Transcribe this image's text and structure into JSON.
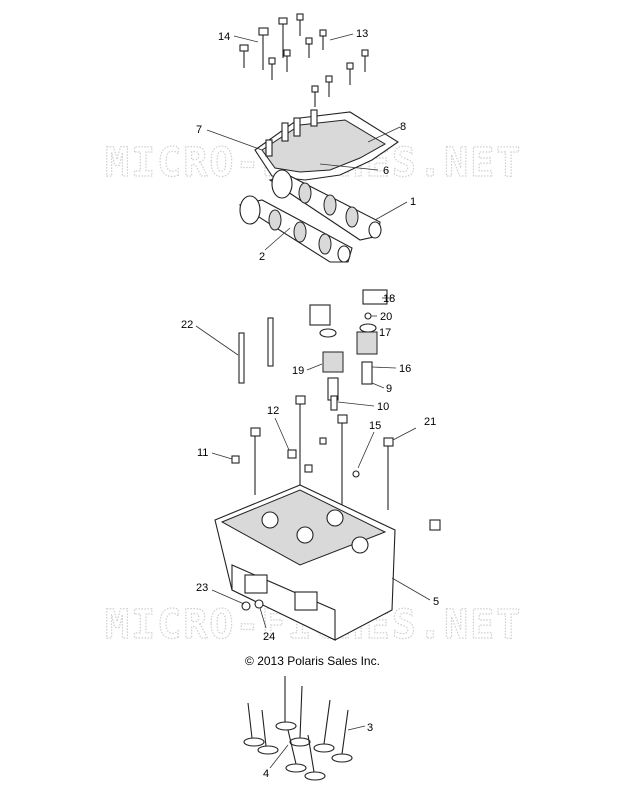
{
  "watermark": "MICRO-FICHES.NET",
  "copyright": "© 2013 Polaris Sales Inc.",
  "callouts": [
    "1",
    "2",
    "3",
    "4",
    "5",
    "6",
    "7",
    "8",
    "9",
    "10",
    "11",
    "12",
    "13",
    "14",
    "15",
    "16",
    "17",
    "18",
    "19",
    "20",
    "21",
    "22",
    "23",
    "24"
  ]
}
